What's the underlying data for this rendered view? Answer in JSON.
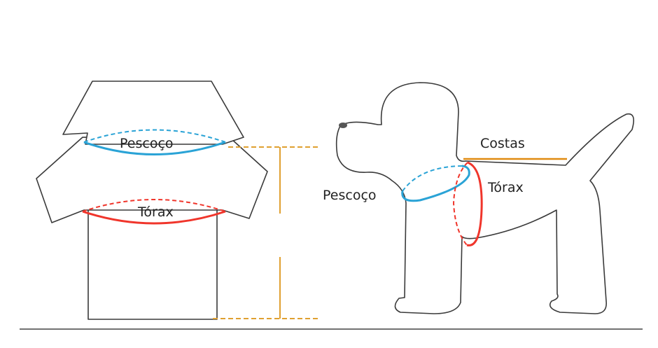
{
  "labels": {
    "shirt_neck": "Pescoço",
    "shirt_chest": "Tórax",
    "dog_back": "Costas",
    "dog_chest": "Tórax",
    "dog_neck": "Pescoço"
  },
  "colors": {
    "neck": "#2aa3d6",
    "chest": "#f0352b",
    "back": "#e08a10",
    "outline": "#3a3a3a"
  }
}
